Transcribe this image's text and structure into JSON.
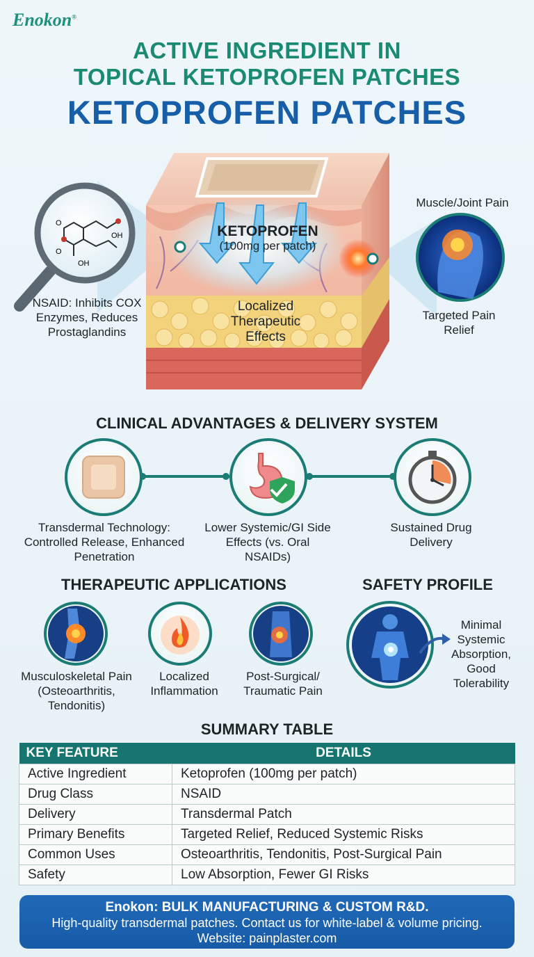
{
  "brand": {
    "name": "Enokon",
    "mark": "®"
  },
  "header": {
    "line1": "ACTIVE INGREDIENT IN",
    "line2": "TOPICAL KETOPROFEN PATCHES",
    "line3": "KETOPROFEN PATCHES"
  },
  "hero": {
    "drug_name": "KETOPROFEN",
    "dose": "(100mg per patch)",
    "effect": "Localized Therapeutic Effects",
    "molecule_labels": [
      "O",
      "O",
      "OH",
      "OH"
    ],
    "nsaid_caption": "NSAID: Inhibits COX Enzymes, Reduces Prostaglandins",
    "pain_title": "Muscle/Joint Pain",
    "pain_caption": "Targeted Pain Relief"
  },
  "clinical": {
    "title": "CLINICAL ADVANTAGES & DELIVERY SYSTEM",
    "items": [
      {
        "icon": "patch-icon",
        "caption": "Transdermal Technology: Controlled Release, Enhanced Penetration"
      },
      {
        "icon": "stomach-shield-icon",
        "caption": "Lower Systemic/GI Side Effects (vs. Oral NSAIDs)"
      },
      {
        "icon": "stopwatch-icon",
        "caption": "Sustained Drug Delivery"
      }
    ]
  },
  "applications": {
    "title": "THERAPEUTIC APPLICATIONS",
    "items": [
      {
        "icon": "knee-icon",
        "caption": "Musculoskeletal Pain (Osteoarthritis, Tendonitis)"
      },
      {
        "icon": "flame-icon",
        "caption": "Localized Inflammation"
      },
      {
        "icon": "back-pain-icon",
        "caption": "Post-Surgical/ Traumatic Pain"
      }
    ]
  },
  "safety": {
    "title": "SAFETY PROFILE",
    "icon": "body-icon",
    "caption": "Minimal Systemic Absorption, Good Tolerability"
  },
  "summary": {
    "title": "SUMMARY TABLE",
    "headers": [
      "KEY FEATURE",
      "DETAILS"
    ],
    "rows": [
      [
        "Active Ingredient",
        "Ketoprofen (100mg per patch)"
      ],
      [
        "Drug Class",
        "NSAID"
      ],
      [
        "Delivery",
        "Transdermal Patch"
      ],
      [
        "Primary Benefits",
        "Targeted Relief, Reduced Systemic Risks"
      ],
      [
        "Common Uses",
        "Osteoarthritis, Tendonitis, Post-Surgical Pain"
      ],
      [
        "Safety",
        "Low Absorption, Fewer GI Risks"
      ]
    ]
  },
  "footer": {
    "line1": "Enokon: BULK MANUFACTURING & CUSTOM R&D.",
    "line2": "High-quality transdermal patches. Contact us for white-label & volume pricing.",
    "line3": "Website: painplaster.com"
  },
  "colors": {
    "teal": "#1a8a73",
    "blue": "#175ea8",
    "accent_dark_teal": "#16766f",
    "footer_blue": "#2069b8"
  }
}
